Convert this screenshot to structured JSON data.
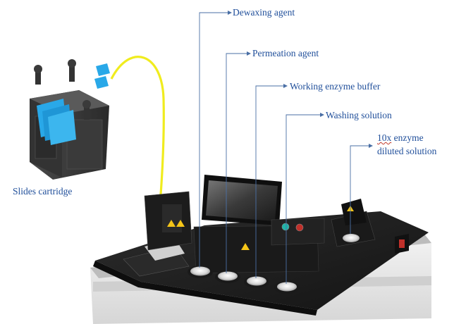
{
  "labels": {
    "dewaxing": "Dewaxing agent",
    "permeation": "Permeation agent",
    "working_enzyme": "Working enzyme buffer",
    "washing": "Washing solution",
    "enzyme_prefix": "10x",
    "enzyme_rest": " enzyme",
    "enzyme_line2": "diluted solution",
    "slides_cartridge": "Slides cartridge"
  },
  "colors": {
    "label_text": "#1f4e9a",
    "leader_line": "#4a6fa5",
    "arrow": "#f0ec1e",
    "instrument_body": "#1e1e1e",
    "instrument_base": "#e9e9e9",
    "blue_slide": "#29a8e8",
    "warning": "#f5c518"
  },
  "icons": [
    "warning-triangle-icon",
    "curved-arrow-icon"
  ]
}
